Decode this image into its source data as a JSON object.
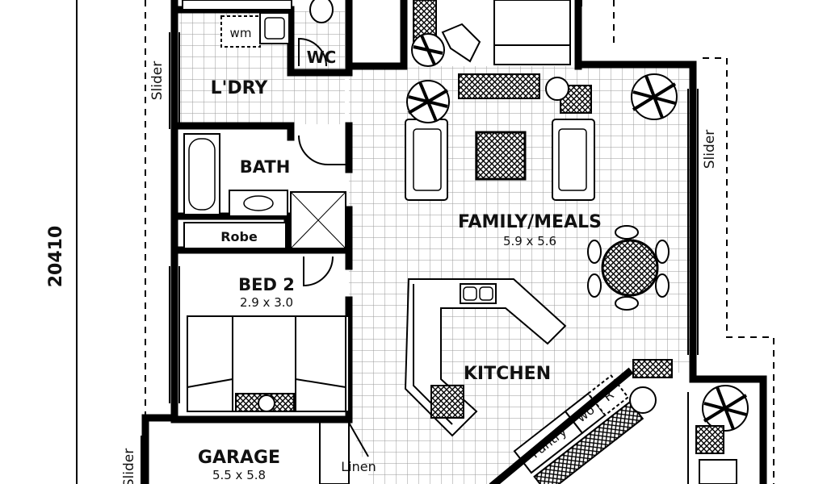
{
  "plan": {
    "overall_dimension": "20410",
    "rooms": {
      "ldry": "L'DRY",
      "wc": "WC",
      "wm": "wm",
      "bath": "BATH",
      "robe": "Robe",
      "bed2": {
        "name": "BED 2",
        "size": "2.9 x 3.0"
      },
      "family": {
        "name": "FAMILY/MEALS",
        "size": "5.9 x 5.6"
      },
      "kitchen": "KITCHEN",
      "garage": {
        "name": "GARAGE",
        "size": "5.5 x 5.8"
      },
      "linen": "Linen",
      "pantry": "Pantry",
      "wo": "wo",
      "r": "R"
    },
    "sliders": {
      "left": "Slider",
      "right": "Slider",
      "garage": "Slider"
    }
  }
}
